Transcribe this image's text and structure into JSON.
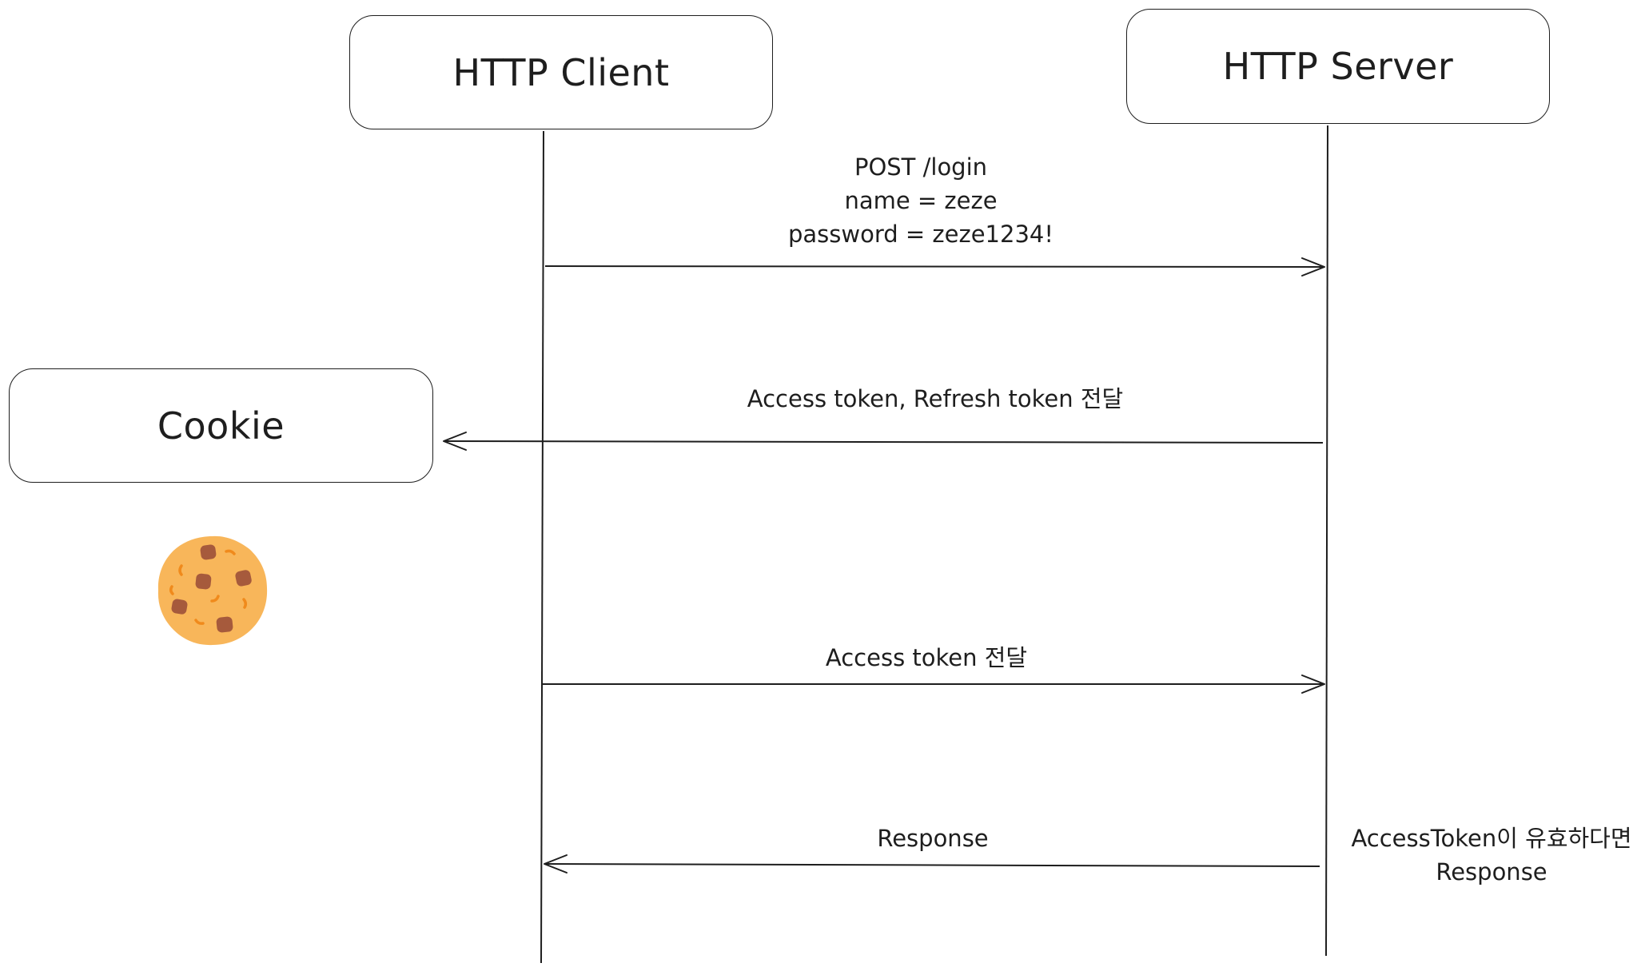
{
  "participants": {
    "client": "HTTP Client",
    "server": "HTTP Server",
    "cookie": "Cookie"
  },
  "messages": {
    "login": {
      "lines": [
        "POST /login",
        "name = zeze",
        "password = zeze1234!"
      ],
      "direction": "client-to-server"
    },
    "tokens": {
      "label": "Access token, Refresh token 전달",
      "direction": "server-to-cookie"
    },
    "access": {
      "label": "Access token 전달",
      "direction": "client-to-server"
    },
    "response": {
      "label": "Response",
      "direction": "server-to-client"
    }
  },
  "note": {
    "lines": [
      "AccessToken이 유효하다면",
      "Response"
    ]
  },
  "icons": {
    "cookie": "cookie-icon"
  },
  "colors": {
    "stroke": "#1e1e1e",
    "cookie_body": "#f8b65a",
    "cookie_chip": "#a65a3c",
    "cookie_crumb": "#f08a1c"
  }
}
